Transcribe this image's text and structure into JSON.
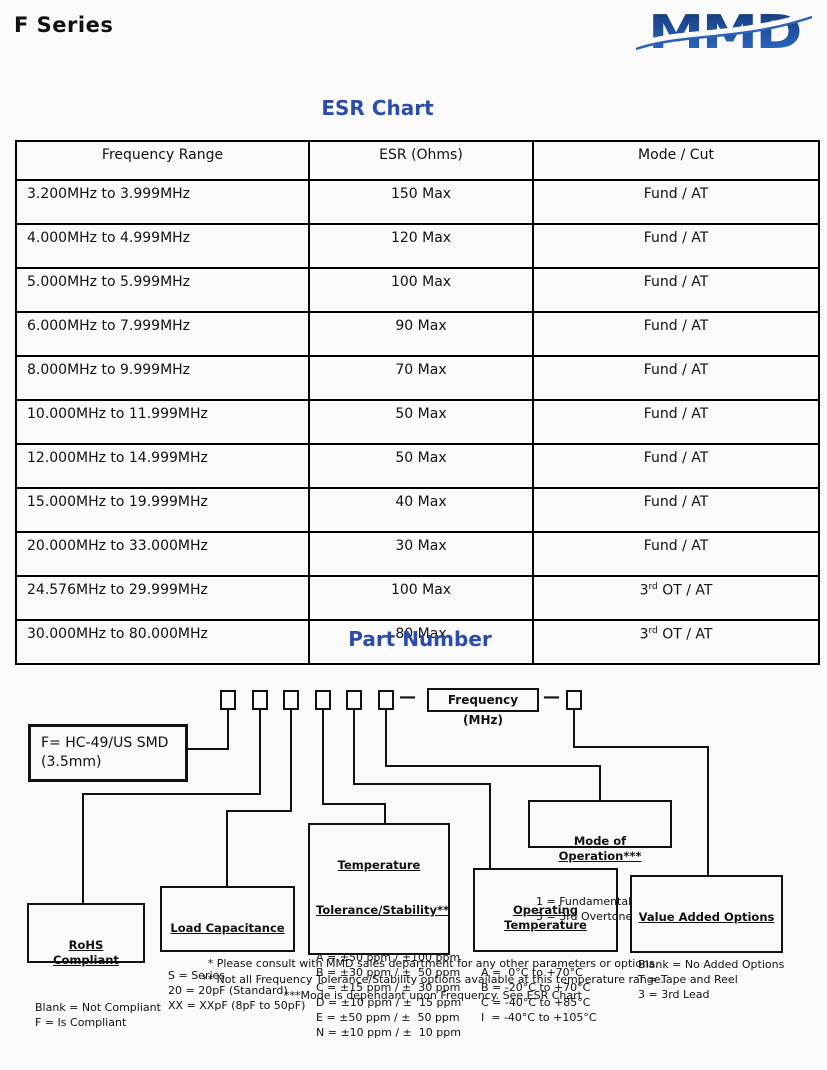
{
  "colors": {
    "accent_blue": "#2b4da8",
    "logo_gradient_top": "#143572",
    "logo_gradient_bottom": "#2f6fce",
    "border_black": "#000000"
  },
  "header": {
    "title": "F Series",
    "logo_text": "MMD"
  },
  "esr": {
    "heading": "ESR Chart",
    "table": {
      "columns": [
        "Frequency Range",
        "ESR (Ohms)",
        "Mode / Cut"
      ],
      "rows": [
        {
          "range": "3.200MHz to 3.999MHz",
          "esr": "150 Max",
          "mode": "Fund / AT"
        },
        {
          "range": "4.000MHz to 4.999MHz",
          "esr": "120 Max",
          "mode": "Fund / AT"
        },
        {
          "range": "5.000MHz to 5.999MHz",
          "esr": "100 Max",
          "mode": "Fund / AT"
        },
        {
          "range": "6.000MHz to 7.999MHz",
          "esr": "90 Max",
          "mode": "Fund / AT"
        },
        {
          "range": "8.000MHz to 9.999MHz",
          "esr": "70 Max",
          "mode": "Fund / AT"
        },
        {
          "range": "10.000MHz to 11.999MHz",
          "esr": "50 Max",
          "mode": "Fund / AT"
        },
        {
          "range": "12.000MHz to 14.999MHz",
          "esr": "50 Max",
          "mode": "Fund / AT"
        },
        {
          "range": "15.000MHz to 19.999MHz",
          "esr": "40 Max",
          "mode": "Fund / AT"
        },
        {
          "range": "20.000MHz to 33.000MHz",
          "esr": "30 Max",
          "mode": "Fund / AT"
        },
        {
          "range": "24.576MHz to 29.999MHz",
          "esr": "100 Max",
          "mode": "3rd OT / AT"
        },
        {
          "range": "30.000MHz to 80.000MHz",
          "esr": "80 Max",
          "mode": "3rd OT / AT"
        }
      ]
    }
  },
  "part_number": {
    "heading": "Part Number",
    "frequency_label": "Frequency (MHz)",
    "dash": "—",
    "package_box": {
      "line1": "F= HC-49/US SMD",
      "line2": "(3.5mm)"
    },
    "boxes": {
      "rohs": {
        "title": "RoHS Compliant",
        "lines": [
          "Blank = Not Compliant",
          "F = Is Compliant"
        ]
      },
      "load": {
        "title": "Load Capacitance",
        "lines": [
          "S = Series",
          "20 = 20pF (Standard)",
          "XX = XXpF (8pF to 50pF)"
        ]
      },
      "temp": {
        "title_line1": "Temperature",
        "title_line2": "Tolerance/Stability**",
        "lines": [
          "A = ±50 ppm / ±100 ppm",
          "B = ±30 ppm / ±  50 ppm",
          "C = ±15 ppm / ±  30 ppm",
          "D = ±10 ppm / ±  15 ppm",
          "E = ±50 ppm / ±  50 ppm",
          "N = ±10 ppm / ±  10 ppm"
        ]
      },
      "optemp": {
        "title": "Operating Temperature",
        "lines": [
          "A =  0°C to +70°C",
          "B = -20°C to +70°C",
          "C = -40°C to +85°C",
          "I  = -40°C to +105°C"
        ]
      },
      "mode": {
        "title": "Mode of Operation***",
        "lines": [
          "1 = Fundamental",
          "3 = 3rd Overtone"
        ]
      },
      "value": {
        "title": "Value Added Options",
        "lines": [
          "Blank = No Added Options",
          "T = Tape and Reel",
          "3 = 3rd Lead"
        ]
      }
    },
    "footnotes": [
      "* Please consult with MMD sales department for any other parameters or options.",
      "** Not all Frequency Tolerance/Stability options available at this temperature range.",
      "***Mode is dependant upon Frequency. See ESR Chart"
    ]
  }
}
